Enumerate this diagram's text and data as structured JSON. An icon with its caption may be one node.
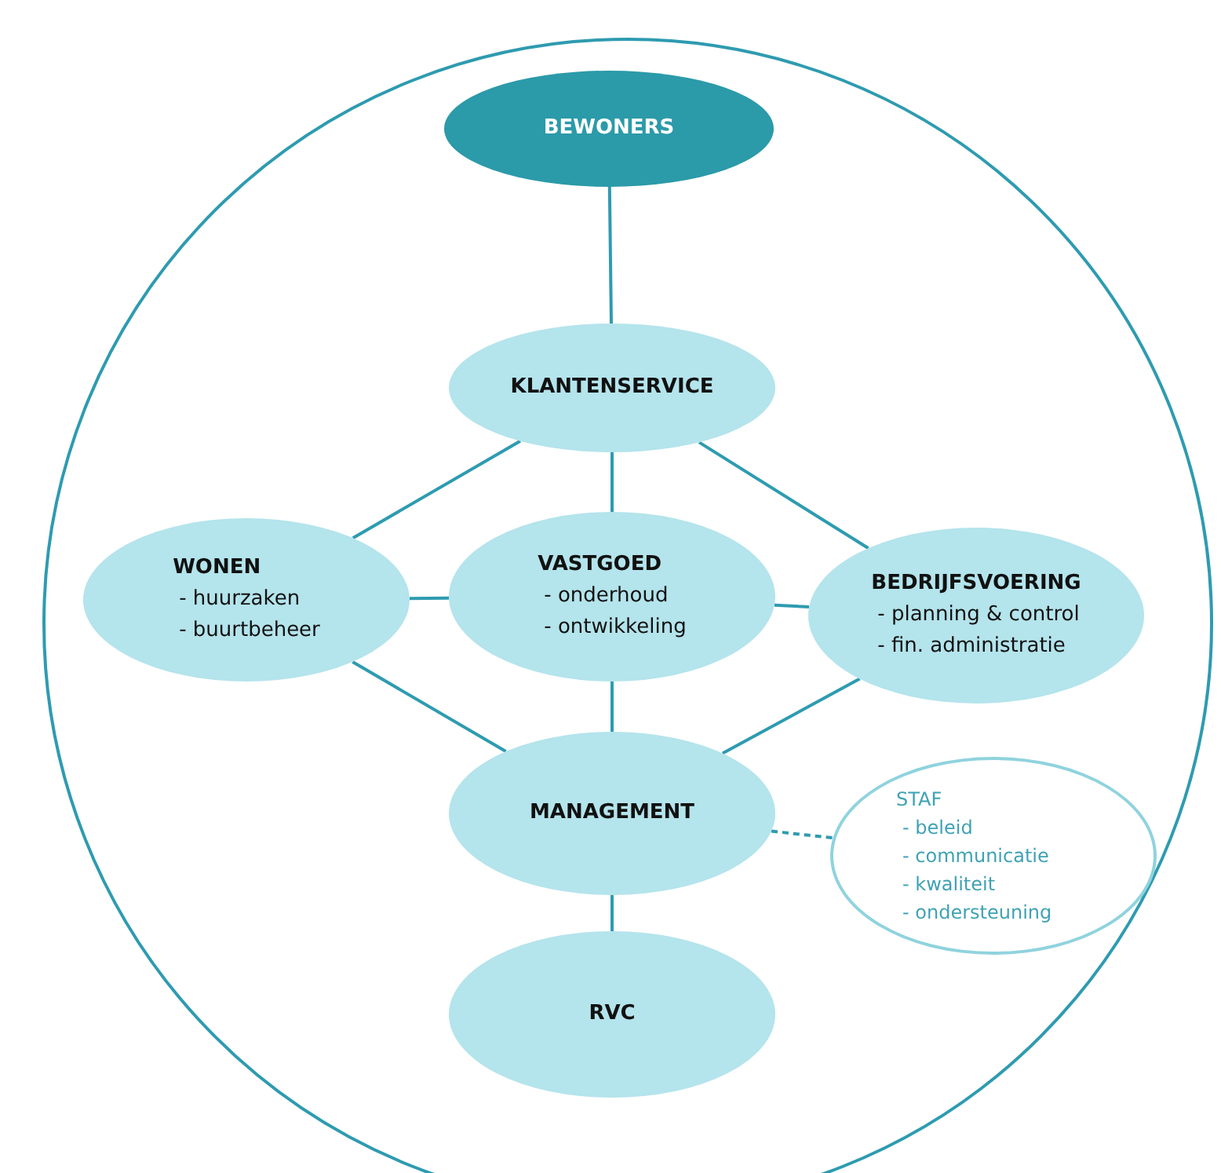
{
  "diagram": {
    "nodes": [
      {
        "text": [
          "BEWONERS"
        ]
      },
      {
        "text": [
          "KLANTENSERVICE"
        ]
      },
      {
        "text": [
          "WONEN",
          "- huurzaken",
          "- buurtbeheer"
        ]
      },
      {
        "text": [
          "VASTGOED",
          "- onderhoud",
          "- ontwikkeling"
        ]
      },
      {
        "text": [
          "BEDRIJFSVOERING",
          "- planning & control",
          "- fin. administratie"
        ]
      },
      {
        "text": [
          "MANAGEMENT"
        ]
      },
      {
        "text": [
          "STAF",
          "- beleid",
          "- communicatie",
          "- kwaliteit",
          "- ondersteuning"
        ]
      },
      {
        "text": [
          "RVC"
        ]
      }
    ],
    "edges": [
      {
        "from": 0,
        "to": 1,
        "arrow": "none"
      },
      {
        "from": 1,
        "to": 2,
        "arrow": "none"
      },
      {
        "from": 1,
        "to": 3,
        "arrow": "none"
      },
      {
        "from": 1,
        "to": 4,
        "arrow": "none"
      },
      {
        "from": 2,
        "to": 3,
        "arrow": "none"
      },
      {
        "from": 3,
        "to": 4,
        "arrow": "none"
      },
      {
        "from": 3,
        "to": 5,
        "arrow": "none"
      },
      {
        "from": 2,
        "to": 5,
        "arrow": "none"
      },
      {
        "from": 4,
        "to": 5,
        "arrow": "none"
      },
      {
        "from": 5,
        "to": 6,
        "arrow": "none",
        "style": "dashed"
      },
      {
        "from": 5,
        "to": 7,
        "arrow": "none"
      }
    ]
  }
}
